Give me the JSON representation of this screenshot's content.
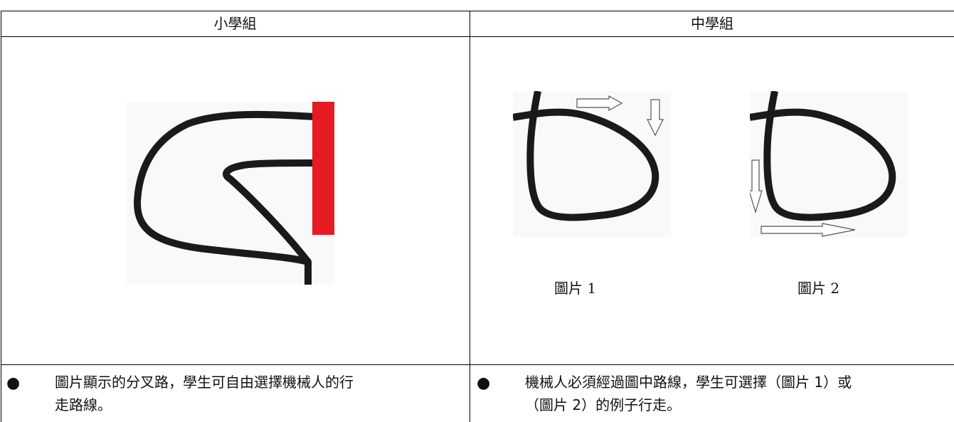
{
  "table": {
    "headers": [
      "小學組",
      "中學組"
    ],
    "primary": {
      "note_line1": "圖片顯示的分叉路，學生可自由選擇機械人的行",
      "note_line2": "走路線。"
    },
    "secondary": {
      "captions": [
        "圖片 1",
        "圖片 2"
      ],
      "note_line1": "機械人必須經過圖中路線，學生可選擇（圖片 1）或",
      "note_line2": "（圖片 2）的例子行走。"
    },
    "bullet_glyph": "●"
  },
  "colors": {
    "track": "#1a1a1a",
    "red_marker": "#e51b24",
    "border": "#000000",
    "image_bg": "#f9f9f9"
  }
}
